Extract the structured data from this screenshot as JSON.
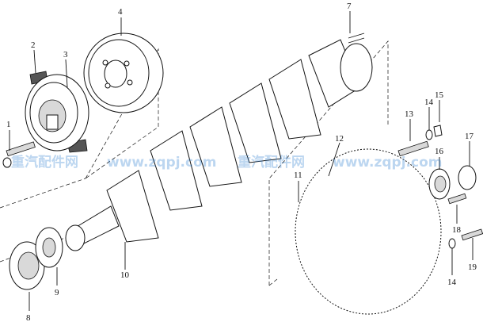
{
  "callouts": [
    {
      "id": "1",
      "label": "1"
    },
    {
      "id": "2",
      "label": "2"
    },
    {
      "id": "3",
      "label": "3"
    },
    {
      "id": "4",
      "label": "4"
    },
    {
      "id": "7",
      "label": "7"
    },
    {
      "id": "8",
      "label": "8"
    },
    {
      "id": "9",
      "label": "9"
    },
    {
      "id": "10",
      "label": "10"
    },
    {
      "id": "11",
      "label": "11"
    },
    {
      "id": "12",
      "label": "12"
    },
    {
      "id": "13",
      "label": "13"
    },
    {
      "id": "14a",
      "label": "14"
    },
    {
      "id": "14b",
      "label": "14"
    },
    {
      "id": "15",
      "label": "15"
    },
    {
      "id": "16",
      "label": "16"
    },
    {
      "id": "17",
      "label": "17"
    },
    {
      "id": "18",
      "label": "18"
    },
    {
      "id": "19",
      "label": "19"
    }
  ],
  "watermark": {
    "text_cn": "重汽配件网",
    "text_url": "www.zqpj.com"
  }
}
